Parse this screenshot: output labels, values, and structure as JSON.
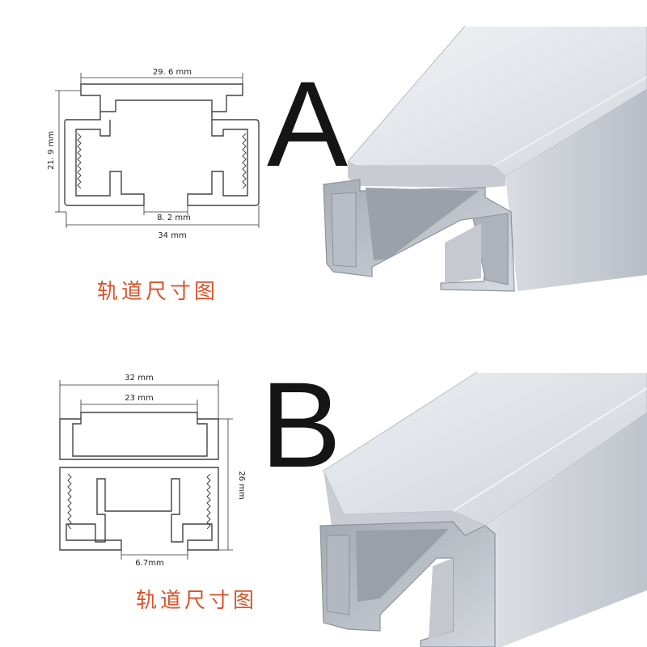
{
  "panels": [
    {
      "letter": "A",
      "caption": "轨道尺寸图",
      "dims": {
        "top_width": "29. 6 mm",
        "height": "21. 9 mm",
        "slot": "8. 2 mm",
        "outer_width": "34 mm"
      }
    },
    {
      "letter": "B",
      "caption": "轨道尺寸图",
      "dims": {
        "outer_width": "32 mm",
        "inner_width": "23 mm",
        "height": "26 mm",
        "slot": "6.7mm"
      }
    }
  ],
  "colors": {
    "caption": "#d9542b",
    "letter": "#151515",
    "aluminum_light": "#e6e9ee",
    "aluminum_mid": "#c3c8cf",
    "aluminum_dark": "#8e949c"
  }
}
